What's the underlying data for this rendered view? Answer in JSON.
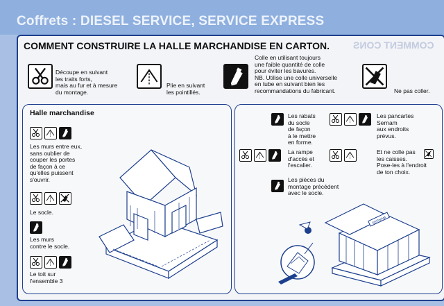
{
  "header": {
    "title": "Coffrets : DIESEL SERVICE, SERVICE EXPRESS"
  },
  "sheet": {
    "title": "COMMENT CONSTRUIRE LA HALLE MARCHANDISE EN CARTON.",
    "mirrored_title": "COMMENT CONS",
    "intro": [
      {
        "icon": "scissors-icon",
        "lines": [
          "Découpe en suivant",
          "les traits forts,",
          "mais au fur et à mesure",
          "du montage."
        ]
      },
      {
        "icon": "fold-icon",
        "lines": [
          "Plie en suivant",
          "les pointillés."
        ]
      },
      {
        "icon": "glue-icon",
        "lines": [
          "Colle en utilisant toujours",
          "une faible quantité de colle",
          "pour éviter les bavures.",
          "NB. Utilise une colle universelle",
          "en tube en suivant bien les",
          "recommandations du fabricant."
        ]
      },
      {
        "icon": "no-glue-icon",
        "lines": [
          "Ne pas coller."
        ]
      }
    ]
  },
  "left_panel": {
    "title": "Halle marchandise",
    "steps": [
      {
        "lines": [
          "Les murs entre eux,",
          "sans oublier de",
          "couper les portes",
          "de façon à ce",
          "qu'elles puissent",
          "s'ouvrir."
        ]
      },
      {
        "lines": [
          "Le socle."
        ]
      },
      {
        "lines": [
          "Les murs",
          "contre le socle."
        ]
      },
      {
        "lines": [
          "Le toit sur",
          "l'ensemble 3"
        ]
      }
    ]
  },
  "right_panel": {
    "steps": [
      {
        "lines": [
          "Les rabats",
          "du socle",
          "de façon",
          "à le mettre",
          "en forme."
        ]
      },
      {
        "lines": [
          "Les pancartes",
          "Sernam",
          "aux endroits",
          "prévus."
        ]
      },
      {
        "lines": [
          "La rampe",
          "d'accès et",
          "l'escalier."
        ]
      },
      {
        "lines": [
          "Et ne colle pas",
          "les caisses.",
          "Pose-les à l'endroit",
          "de ton choix."
        ]
      },
      {
        "lines": [
          "Les pièces du",
          "montage précédent",
          "avec le socle."
        ]
      }
    ],
    "sign_text": "SERNAM"
  }
}
